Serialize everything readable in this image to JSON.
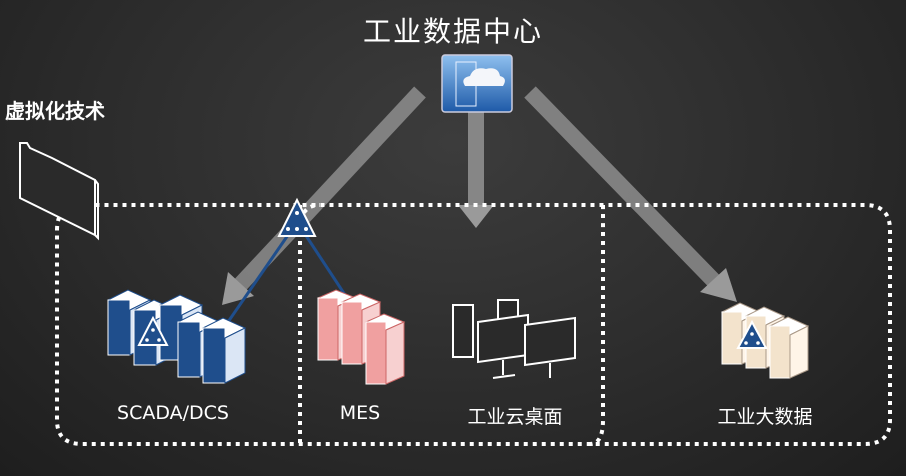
{
  "title": "工业数据中心",
  "virtualization_label": "虚拟化技术",
  "nodes": [
    {
      "label": "SCADA/DCS",
      "color": "#1f4e8c"
    },
    {
      "label": "MES",
      "color": "#f0a0a0"
    },
    {
      "label": "工业云桌面",
      "color": "#ffffff"
    },
    {
      "label": "工业大数据",
      "color": "#f3e3cc"
    }
  ],
  "icons": [
    "cloud-datacenter-icon",
    "virtual-folder-icon",
    "network-hub-icon",
    "server-rack-icon",
    "desktop-computer-icon"
  ]
}
